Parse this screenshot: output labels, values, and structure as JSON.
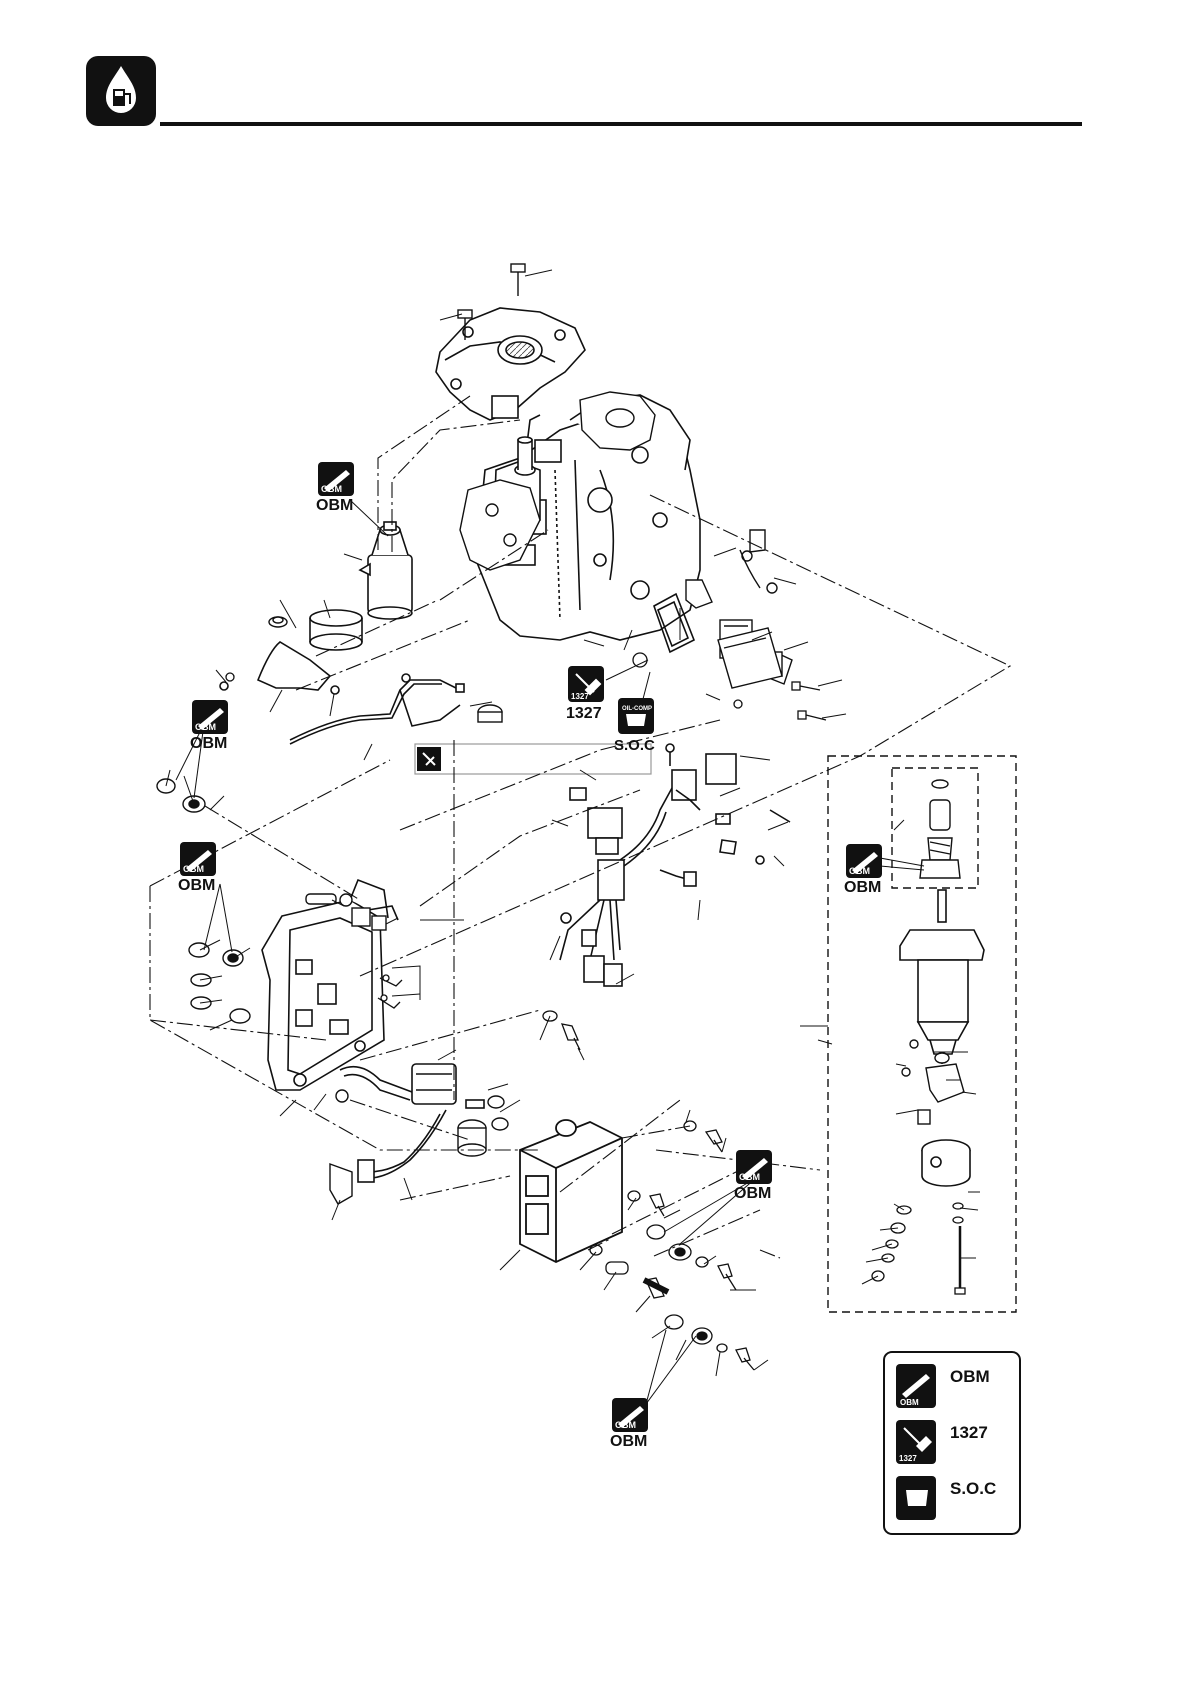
{
  "header": {
    "icon": "fuel-pump-icon"
  },
  "badges": {
    "obm": {
      "top": "OBM",
      "bottom": "OBM",
      "icon": "grease-tube-icon"
    },
    "loctite": {
      "top": "1327",
      "bottom": "1327",
      "icon": "thread-lock-bottle-icon"
    },
    "soc": {
      "top": "OIL-COMP",
      "bottom": "S.O.C",
      "icon": "oil-compound-icon"
    }
  },
  "legend": {
    "items": [
      {
        "label": "OBM",
        "icon": "grease-tube-icon"
      },
      {
        "label": "1327",
        "icon": "thread-lock-bottle-icon"
      },
      {
        "label": "S.O.C",
        "icon": "oil-compound-icon"
      }
    ]
  },
  "colors": {
    "ink": "#111111",
    "paper": "#ffffff"
  }
}
